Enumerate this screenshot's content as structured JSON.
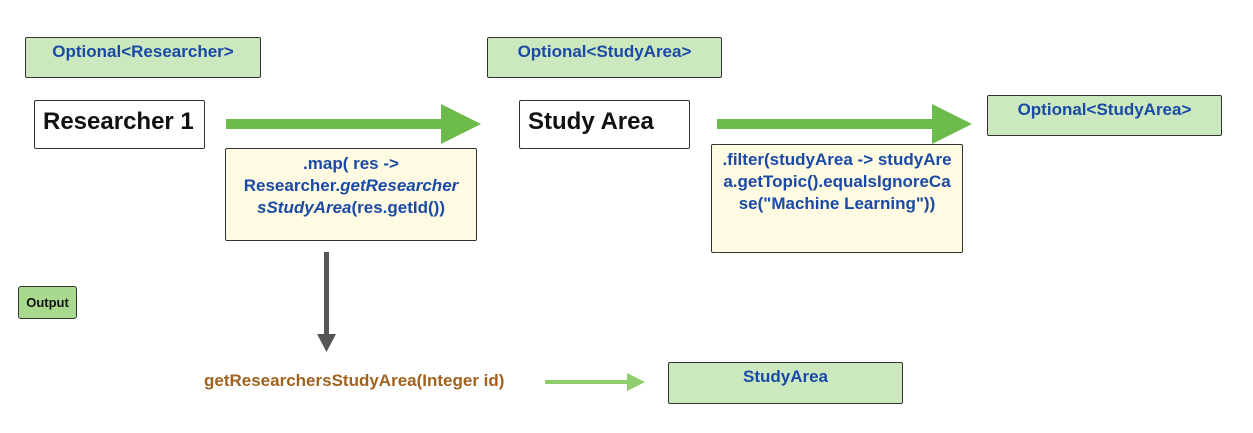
{
  "colors": {
    "green_fill": "#cce8bf",
    "note_fill": "#fefbe2",
    "arrow_green": "#6cbb4b",
    "arrow_light_green": "#8fcc6e",
    "arrow_gray": "#555555",
    "label_blue": "#1a4aa6",
    "method_brown": "#a0621e"
  },
  "nodes": {
    "optional_researcher": "Optional<Researcher>",
    "optional_study_area_top": "Optional<StudyArea>",
    "optional_study_area_result": "Optional<StudyArea>",
    "researcher_1": "Researcher 1",
    "study_area": "Study Area",
    "study_area_type": "StudyArea"
  },
  "map_note": {
    "line1": ".map( res ->",
    "line2_plain": "Researcher.",
    "line2_italic": "getResearcher",
    "line3_italic": "sStudyArea",
    "line3_plain": "(res.getId())"
  },
  "filter_note": {
    "text": ".filter(studyArea -> studyArea.getTopic().equalsIgnoreCase(\"Machine Learning\"))"
  },
  "legend": {
    "output": "Output"
  },
  "method_signature": "getResearchersStudyArea(Integer id)"
}
